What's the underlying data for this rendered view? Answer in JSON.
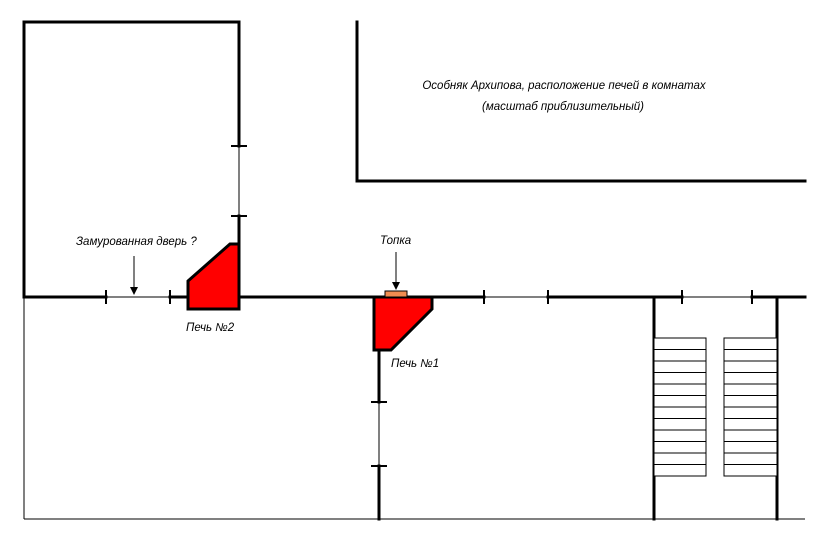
{
  "title": "Особняк Архипова, расположение печей в комнатах",
  "subtitle": "(масштаб приблизительный)",
  "labels": {
    "bricked_door": "Замурованная дверь ?",
    "firebox": "Топка",
    "stove1": "Печь №1",
    "stove2": "Печь №2"
  },
  "colors": {
    "stove": "#ff0000",
    "firebox": "#f08c50",
    "wall": "#000000"
  }
}
